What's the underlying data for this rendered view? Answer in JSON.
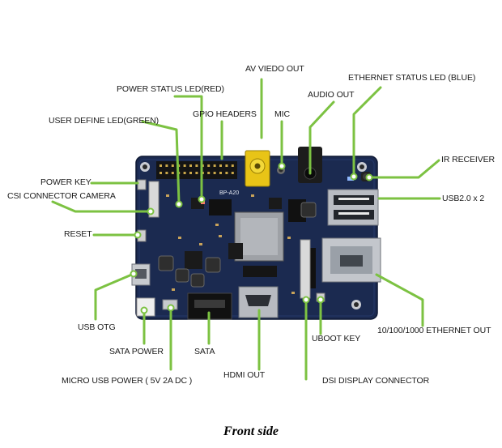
{
  "caption": "Front side",
  "board_silkscreen": "BP-A20",
  "colors": {
    "leader_line": "#7cc242",
    "pcb": "#1b2a50",
    "label_text": "#1a1a1a"
  },
  "labels": {
    "av_video_out": "AV VIEDO OUT",
    "ethernet_status_led": "ETHERNET STATUS LED (BLUE)",
    "power_status_led": "POWER STATUS LED(RED)",
    "audio_out": "AUDIO OUT",
    "user_define_led": "USER DEFINE LED(GREEN)",
    "gpio_headers": "GPIO HEADERS",
    "mic": "MIC",
    "ir_receiver": "IR RECEIVER",
    "power_key": "POWER KEY",
    "csi_connector_camera": "CSI CONNECTOR CAMERA",
    "usb20_x2": "USB2.0 x 2",
    "reset": "RESET",
    "usb_otg": "USB OTG",
    "ethernet_out": "10/100/1000 ETHERNET OUT",
    "uboot_key": "UBOOT KEY",
    "sata_power": "SATA POWER",
    "sata": "SATA",
    "hdmi_out": "HDMI OUT",
    "dsi_display_connector": "DSI DISPLAY CONNECTOR",
    "micro_usb_power": "MICRO USB POWER ( 5V 2A DC )"
  }
}
